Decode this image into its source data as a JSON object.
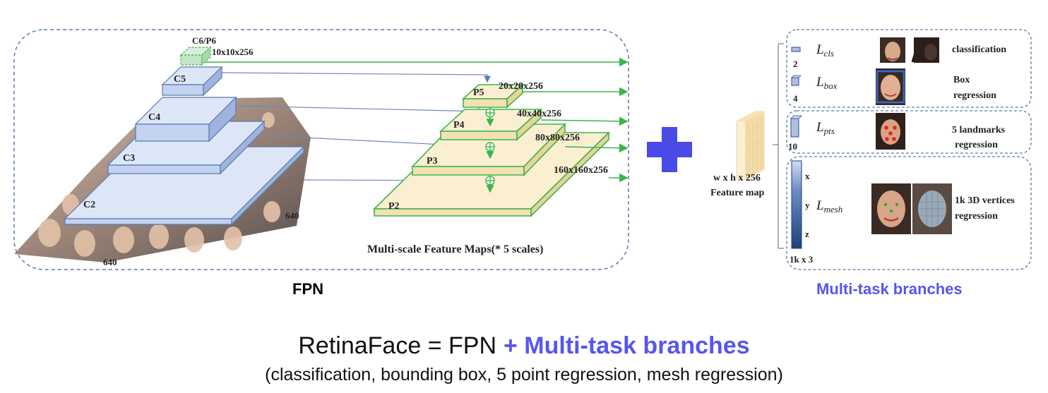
{
  "fpn": {
    "title": "FPN",
    "input_width": "640",
    "input_height": "640",
    "levels": [
      {
        "label": "C2"
      },
      {
        "label": "C3"
      },
      {
        "label": "C4"
      },
      {
        "label": "C5"
      },
      {
        "label": "C6/P6",
        "size": "10x10x256"
      }
    ],
    "pyramid": [
      {
        "label": "P2",
        "size": "160x160x256"
      },
      {
        "label": "P3",
        "size": "80x80x256"
      },
      {
        "label": "P4",
        "size": "40x40x256"
      },
      {
        "label": "P5",
        "size": "20x20x256"
      }
    ],
    "caption": "Multi-scale Feature Maps(* 5 scales)"
  },
  "feature_map": {
    "size": "w x h x 256",
    "label": "Feature map"
  },
  "branches": {
    "title": "Multi-task branches",
    "tasks": [
      {
        "loss_base": "L",
        "loss_sub": "cls",
        "channels": "2",
        "desc": [
          "classification"
        ]
      },
      {
        "loss_base": "L",
        "loss_sub": "box",
        "channels": "4",
        "desc": [
          "Box",
          "regression"
        ]
      },
      {
        "loss_base": "L",
        "loss_sub": "pts",
        "channels": "10",
        "desc": [
          "5 landmarks",
          "regression"
        ]
      },
      {
        "loss_base": "L",
        "loss_sub": "mesh",
        "channels": "1k x 3",
        "desc": [
          "1k 3D vertices",
          "regression"
        ],
        "axes": [
          "x",
          "y",
          "z"
        ]
      }
    ]
  },
  "equation": {
    "lhs": "RetinaFace = FPN",
    "rhs": "+ Multi-task branches",
    "detail": "(classification, bounding box, 5 point regression, mesh regression)"
  },
  "colors": {
    "accent": "#5656f0",
    "green": "#3bb54a",
    "blue_fill": "#dce6f7",
    "blue_stroke": "#5a78b0",
    "tan_fill": "#fbefd2",
    "dash": "#5a7aa8",
    "bar_dark": "#2c4e8e"
  },
  "icons": {
    "plus": "plus-icon",
    "face": "face-thumbnail-icon",
    "sum": "elementwise-sum-icon"
  }
}
